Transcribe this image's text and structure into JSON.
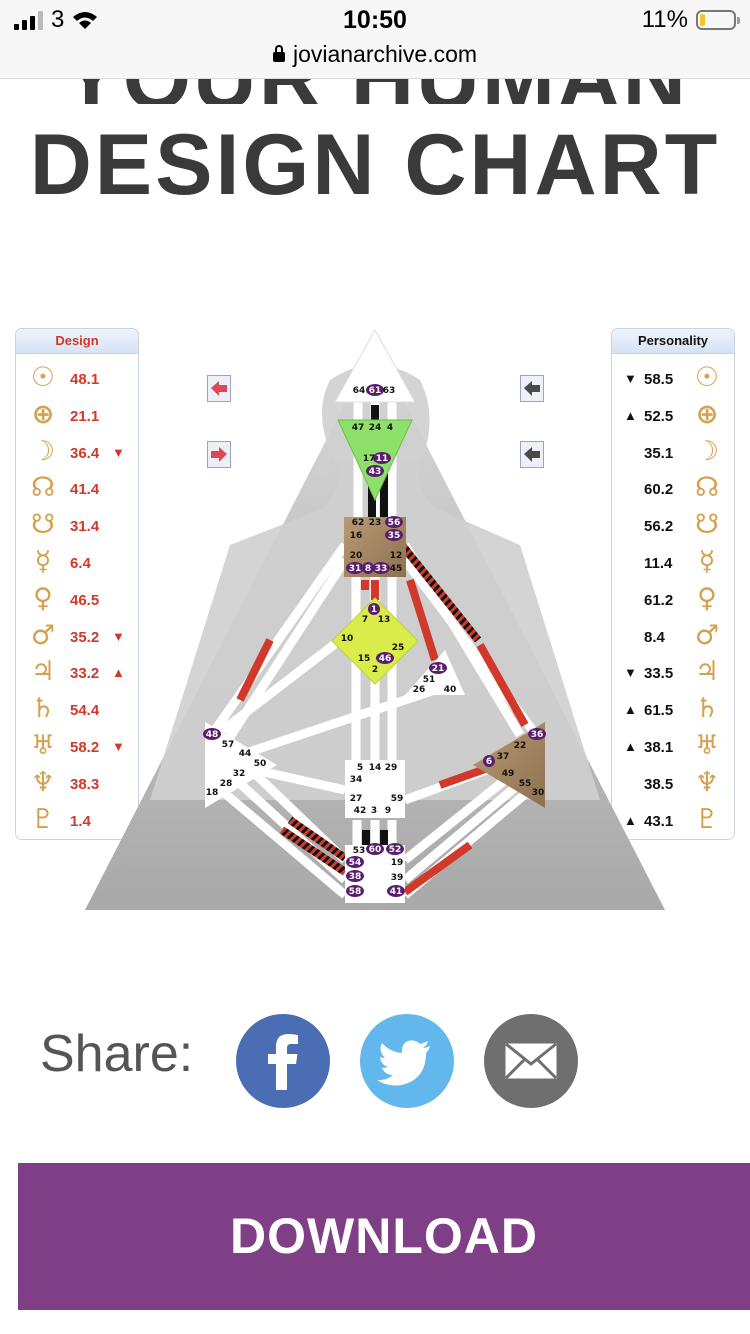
{
  "status_bar": {
    "carrier": "3",
    "time": "10:50",
    "battery": "11%"
  },
  "browser": {
    "url": "jovianarchive.com"
  },
  "page": {
    "title_line1": "YOUR HUMAN",
    "title_line2": "DESIGN CHART"
  },
  "design_panel": {
    "title": "Design",
    "color": "#d1392b",
    "rows": [
      {
        "symbol": "sun-icon",
        "glyph": "☉",
        "value": "48.1",
        "mark": ""
      },
      {
        "symbol": "earth-icon",
        "glyph": "⊕",
        "value": "21.1",
        "mark": ""
      },
      {
        "symbol": "moon-icon",
        "glyph": "☽",
        "value": "36.4",
        "mark": "▼"
      },
      {
        "symbol": "north-node-icon",
        "glyph": "☊",
        "value": "41.4",
        "mark": ""
      },
      {
        "symbol": "south-node-icon",
        "glyph": "☋",
        "value": "31.4",
        "mark": ""
      },
      {
        "symbol": "mercury-icon",
        "glyph": "☿",
        "value": "6.4",
        "mark": ""
      },
      {
        "symbol": "venus-icon",
        "glyph": "♀",
        "value": "46.5",
        "mark": ""
      },
      {
        "symbol": "mars-icon",
        "glyph": "♂",
        "value": "35.2",
        "mark": "▼"
      },
      {
        "symbol": "jupiter-icon",
        "glyph": "♃",
        "value": "33.2",
        "mark": "▲"
      },
      {
        "symbol": "saturn-icon",
        "glyph": "♄",
        "value": "54.4",
        "mark": ""
      },
      {
        "symbol": "uranus-icon",
        "glyph": "♅",
        "value": "58.2",
        "mark": "▼"
      },
      {
        "symbol": "neptune-icon",
        "glyph": "♆",
        "value": "38.3",
        "mark": ""
      },
      {
        "symbol": "pluto-icon",
        "glyph": "♇",
        "value": "1.4",
        "mark": ""
      }
    ]
  },
  "personality_panel": {
    "title": "Personality",
    "color": "#111111",
    "rows": [
      {
        "symbol": "sun-icon",
        "glyph": "☉",
        "value": "58.5",
        "mark": "▼"
      },
      {
        "symbol": "earth-icon",
        "glyph": "⊕",
        "value": "52.5",
        "mark": "▲"
      },
      {
        "symbol": "moon-icon",
        "glyph": "☽",
        "value": "35.1",
        "mark": ""
      },
      {
        "symbol": "north-node-icon",
        "glyph": "☊",
        "value": "60.2",
        "mark": ""
      },
      {
        "symbol": "south-node-icon",
        "glyph": "☋",
        "value": "56.2",
        "mark": ""
      },
      {
        "symbol": "mercury-icon",
        "glyph": "☿",
        "value": "11.4",
        "mark": ""
      },
      {
        "symbol": "venus-icon",
        "glyph": "♀",
        "value": "61.2",
        "mark": ""
      },
      {
        "symbol": "mars-icon",
        "glyph": "♂",
        "value": "8.4",
        "mark": ""
      },
      {
        "symbol": "jupiter-icon",
        "glyph": "♃",
        "value": "33.5",
        "mark": "▼"
      },
      {
        "symbol": "saturn-icon",
        "glyph": "♄",
        "value": "61.5",
        "mark": "▲"
      },
      {
        "symbol": "uranus-icon",
        "glyph": "♅",
        "value": "38.1",
        "mark": "▲"
      },
      {
        "symbol": "neptune-icon",
        "glyph": "♆",
        "value": "38.5",
        "mark": ""
      },
      {
        "symbol": "pluto-icon",
        "glyph": "♇",
        "value": "43.1",
        "mark": "▲"
      }
    ]
  },
  "bodygraph": {
    "colors": {
      "design_channel": "#d1392b",
      "personality_channel": "#111111",
      "gate_badge": "#5b1e6e",
      "head": "#ffffff",
      "ajna": "#8fe06a",
      "throat": "#a98b66",
      "g_center": "#d9ec4a",
      "spleen": "#ffffff",
      "solar_plexus": "#a98b66"
    },
    "gates": [
      {
        "n": "64",
        "hl": false
      },
      {
        "n": "61",
        "hl": true
      },
      {
        "n": "63",
        "hl": false
      },
      {
        "n": "47",
        "hl": false
      },
      {
        "n": "24",
        "hl": false
      },
      {
        "n": "4",
        "hl": false
      },
      {
        "n": "17",
        "hl": false
      },
      {
        "n": "11",
        "hl": true
      },
      {
        "n": "43",
        "hl": true
      },
      {
        "n": "62",
        "hl": false
      },
      {
        "n": "23",
        "hl": false
      },
      {
        "n": "56",
        "hl": true
      },
      {
        "n": "16",
        "hl": false
      },
      {
        "n": "35",
        "hl": true
      },
      {
        "n": "20",
        "hl": false
      },
      {
        "n": "12",
        "hl": false
      },
      {
        "n": "31",
        "hl": true
      },
      {
        "n": "8",
        "hl": true
      },
      {
        "n": "33",
        "hl": true
      },
      {
        "n": "45",
        "hl": false
      },
      {
        "n": "1",
        "hl": true
      },
      {
        "n": "7",
        "hl": false
      },
      {
        "n": "13",
        "hl": false
      },
      {
        "n": "10",
        "hl": false
      },
      {
        "n": "25",
        "hl": false
      },
      {
        "n": "15",
        "hl": false
      },
      {
        "n": "46",
        "hl": true
      },
      {
        "n": "2",
        "hl": false
      },
      {
        "n": "21",
        "hl": true
      },
      {
        "n": "51",
        "hl": false
      },
      {
        "n": "26",
        "hl": false
      },
      {
        "n": "40",
        "hl": false
      },
      {
        "n": "48",
        "hl": true
      },
      {
        "n": "57",
        "hl": false
      },
      {
        "n": "44",
        "hl": false
      },
      {
        "n": "50",
        "hl": false
      },
      {
        "n": "32",
        "hl": false
      },
      {
        "n": "28",
        "hl": false
      },
      {
        "n": "18",
        "hl": false
      },
      {
        "n": "36",
        "hl": true
      },
      {
        "n": "22",
        "hl": false
      },
      {
        "n": "37",
        "hl": false
      },
      {
        "n": "6",
        "hl": true
      },
      {
        "n": "49",
        "hl": false
      },
      {
        "n": "55",
        "hl": false
      },
      {
        "n": "30",
        "hl": false
      },
      {
        "n": "5",
        "hl": false
      },
      {
        "n": "14",
        "hl": false
      },
      {
        "n": "29",
        "hl": false
      },
      {
        "n": "34",
        "hl": false
      },
      {
        "n": "27",
        "hl": false
      },
      {
        "n": "59",
        "hl": false
      },
      {
        "n": "42",
        "hl": false
      },
      {
        "n": "3",
        "hl": false
      },
      {
        "n": "9",
        "hl": false
      },
      {
        "n": "53",
        "hl": false
      },
      {
        "n": "60",
        "hl": true
      },
      {
        "n": "52",
        "hl": true
      },
      {
        "n": "54",
        "hl": true
      },
      {
        "n": "19",
        "hl": false
      },
      {
        "n": "38",
        "hl": true
      },
      {
        "n": "39",
        "hl": false
      },
      {
        "n": "58",
        "hl": true
      },
      {
        "n": "41",
        "hl": true
      }
    ]
  },
  "share": {
    "label": "Share:",
    "buttons": [
      {
        "name": "facebook-button",
        "glyph": "f",
        "color": "#4a6db3"
      },
      {
        "name": "twitter-button",
        "glyph": "bird",
        "color": "#62b8ec"
      },
      {
        "name": "email-button",
        "glyph": "envelope",
        "color": "#6f6f6f"
      }
    ]
  },
  "download": {
    "label": "DOWNLOAD",
    "color": "#7e3f86"
  }
}
